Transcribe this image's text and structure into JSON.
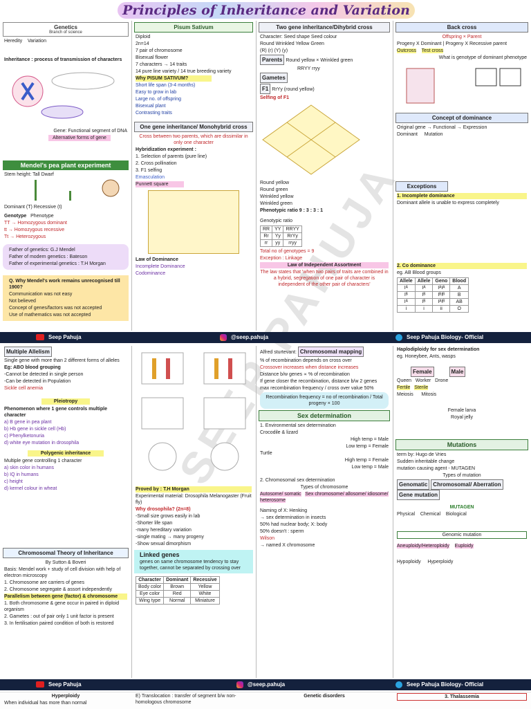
{
  "title": "Principles of Inheritance and Variation",
  "watermark": "SEEP PAHUJA",
  "col1": {
    "genetics": "Genetics",
    "genetics_sub": "Branch of science",
    "heredity": "Heredity",
    "variation": "Variation",
    "inheritance": "Inheritance : process of transmission of characters",
    "gene_label": "Gene: Functional segment of DNA",
    "alleles": "Alternative forms of gene",
    "mendel_title": "Mendel's pea plant experiment",
    "stem_height": "Stem height:  Tall    Dwarf",
    "dominant_recessive": "Dominant (T)    Recessive (t)",
    "genotype": "Genotype",
    "phenotype": "Phenotype",
    "tt1": "TT  → Homozygous dominant",
    "tt2": "tt  → Homozygous recessive",
    "tt3": "Tt  → Heterozygous",
    "father_genetics": "Father of genetics: G.J Mendel",
    "father_modern": "Father of modern genetics : Bateson",
    "father_exp": "Father of experimental genetics : T.H Morgan",
    "why_q": "Q. Why Mendel's work remains unrecognised till 1900?",
    "why_points": [
      "Communication was not easy",
      "Not believed",
      "Concept of genes/factors was not accepted",
      "Use of mathematics was not accepted"
    ]
  },
  "col2": {
    "pisum": "Pisum Sativum",
    "pisum_points": [
      "Diploid",
      "2n=14",
      "7 pair of chromosome",
      "Bisexual flower",
      "7 characters → 14 traits",
      "14 pure line variety / 14 true breeding variety"
    ],
    "why_pisum": "Why PISUM SATIVUM?",
    "why_pisum_points": [
      "Short life span (3-4 months)",
      "Easy to grow in lab",
      "Large no. of offspring",
      "Bisexual plant",
      "Contrasting traits"
    ],
    "mono_title": "One gene inheritance/ Monohybrid cross",
    "mono_def": "Cross between two parents, which are dissimilar in only one character",
    "hyb_exp": "Hybridization experiment :",
    "hyb_steps": [
      "1. Selection of parents (pure line)",
      "2. Cross pollination",
      "3. F1 selfing"
    ],
    "emasculation": "Emasculation",
    "punnett": "Punnett square",
    "law_dominance": "Law of Dominance",
    "incomplete": "Incomplete Dominance",
    "codominance": "Codominance"
  },
  "col3": {
    "dihybrid": "Two gene inheritance/Dihybrid cross",
    "characters": "Character:  Seed shape      Seed colour",
    "traits": "Round  Wrinkled   Yellow  Green",
    "symbols": "(R)      (r)        (Y)     (y)",
    "parents": "Parents",
    "p_cross": "Round yellow   ×   Wrinkled green",
    "p_geno": "RRYY               rryy",
    "gametes": "Gametes",
    "f1": "F1",
    "f1_res": "RrYy (round yellow)",
    "selfing": "Selfing of F1",
    "phenotypes": [
      "Round yellow",
      "Round green",
      "Wrinkled yellow",
      "Wrinkled green"
    ],
    "ratio": "Phenotypic ratio  9 : 3 : 3 : 1",
    "genotypic": "Genotypic ratio",
    "total": "Total no of genotypes = 9",
    "exception": "Exception : Linkage",
    "law_ind": "Law of Independent Assortment",
    "law_ind_def": "The law states that 'when two pairs of traits are combined in a hybrid, segregation of one pair of character is independent of the other pair of characters'"
  },
  "col4": {
    "backcross": "Back cross",
    "offspring": "Offspring × Parent",
    "prog_dom": "Progeny X Dominant",
    "prog_rec": "Progeny X Recessive parent",
    "outcross": "Outcross",
    "testcross": "Test cross",
    "testcross_q": "What is genotype of dominant phenotype",
    "concept": "Concept of dominance",
    "original_gene": "Original gene → Functional → Expression",
    "dominant": "Dominant",
    "mutation": "Mutation",
    "exceptions": "Exceptions",
    "incomplete_title": "1. Incomplete dominance",
    "incomplete_def": "Dominant allele is unable to express completely",
    "codom_title": "2. Co dominance",
    "blood": "eg. AB Blood groups"
  },
  "footer1": {
    "yt": "Seep Pahuja",
    "ig": "@seep.pahuja",
    "tg": "Seep Pahuja Biology- Official"
  },
  "col5": {
    "multiple": "Multiple Allelism",
    "multiple_def": "Single gene with more than 2 different forms of alleles",
    "abo": "Eg: ABO blood grouping",
    "points": [
      "-Cannot be detected in single person",
      "-Can be detected in Population",
      "Sickle cell anemia"
    ],
    "pleiotropy": "Pleiotropy",
    "pleio_def": "Phenomenon where 1 gene controls multiple character",
    "pleio_eg": [
      "a) B gene in pea plant",
      "b) Hb gene in sickle cell (Hb)",
      "c) Phenylketonuria",
      "d) white eye mutation in drosophila"
    ],
    "polygenic": "Polygenic inheritance",
    "poly_def": "Multiple gene controlling 1 character",
    "poly_eg": [
      "a) skin color in humans",
      "b) IQ in humans",
      "c) height",
      "d) kernel colour in wheat"
    ],
    "chromo_theory": "Chromosomal Theory of Inheritance",
    "by": "By Sutton & Boveri",
    "basis": "Basis: Mendel work + study of cell division with help of electron microscopy",
    "ct_points": [
      "1. Chromosome are carriers of genes",
      "2. Chromosome segregate & assort independently"
    ],
    "parallel": "Parallelism between gene (factor) & chromosome",
    "par_points": [
      "1. Both chromosome & gene occur in paired in diploid organism",
      "2. Gametes : out of pair only 1 unit factor is present",
      "3. In fertilisation paired condition of both is restored"
    ]
  },
  "col6": {
    "proved": "Proved by : T.H Morgan",
    "exp_mat": "Experimental material: Drosophila Melanogaster (Fruit fly)",
    "why_dros": "Why drosophila? (2n=8)",
    "dros_points": [
      "-Small size grows easily in lab",
      "-Shorter life span",
      "-many hereditary variation",
      "-single mating → many progeny",
      "-Show sexual dimorphism"
    ],
    "linked": "Linked genes",
    "linked_def": "genes on same chromosome tendency to stay together, cannot be separated by crossing over",
    "table_head": [
      "Character",
      "Dominant",
      "Recessive"
    ],
    "table_rows": [
      [
        "Body color",
        "Brown",
        "Yellow"
      ],
      [
        "Eye color",
        "Red",
        "White"
      ],
      [
        "Wing type",
        "Normal",
        "Miniature"
      ]
    ]
  },
  "col7": {
    "map": "Chromosomal mapping",
    "by": "Alfred sturtevant:",
    "points": [
      "% of recombination depends on cross over",
      "Crossover increases when distance increases",
      "Distance b/w genes ∝ % of recombination",
      "If gene closer the recombination, distance b/w 2 genes",
      "max recombination frequency / cross over value 50%"
    ],
    "formula": "Recombination frequency = no of recombination / Total progeny × 100",
    "sexdet": "Sex determination",
    "env": "1. Environmental sex determination",
    "env_eg": "Crocodile & lizard",
    "high_male": "High temp = Male",
    "low_female": "Low temp = Female",
    "turtle": "Turtle",
    "high_female": "High temp = Female",
    "low_male": "Low temp = Male",
    "chrom": "2. Chromosomal sex determination",
    "types": "Types of chromosome",
    "auto": "Autosome/ somatic",
    "allo": "Sex chromosome/ allosome/ idiosome/ heterosome",
    "henking": "Naming of X: Henking",
    "naming_pts": [
      "→ sex determination in insects",
      "50% had nuclear body; X: body",
      "50% doesn't : sperm"
    ],
    "wilson": "Wilson",
    "named_x": "→ named X chromosome"
  },
  "col8": {
    "haplo": "Haplodiploidy for sex determination",
    "haplo_eg": "eg. Honeybee, Ants, wasps",
    "female": "Female",
    "male": "Male",
    "queen": "Queen",
    "worker": "Worker",
    "drone": "Drone",
    "fertile": "Fertile",
    "sterile": "Sterile",
    "meiosis": "Meiosis",
    "mitosis": "Mitosis",
    "larva": "Female larva",
    "royal": "Royal jelly",
    "mutations": "Mutations",
    "mut_pts": [
      "term by: Hugo de Vries",
      "Sudden inheritable change",
      "mutation causing agent - MUTAGEN"
    ],
    "mut_types": "Types of mutation",
    "genomatic": "Genomatic",
    "chromosomal": "Chromosomal/ Aberration",
    "gene_mut": "Gene mutation",
    "mutagen": "MUTAGEN",
    "physical": "Physical",
    "chemical": "Chemical",
    "biological": "Biological",
    "genomic_mut": "Genomic mutation",
    "aneuploidy": "Aneuploidy/Heteroploidy",
    "euploidy": "Euploidy",
    "hypoploidy": "Hypoploidy",
    "hyperploidy": "Hyperploidy"
  },
  "footer2": {
    "yt": "Seep Pahuja",
    "ig": "@seep.pahuja",
    "tg": "Seep Pahuja Biology- Official"
  },
  "bottom": {
    "hyperploidy": "Hyperploidy",
    "hyper_def": "When individual has more than normal",
    "translocation": "E) Translocation : transfer of segment b/w non-homologous chromosome",
    "genetic": "Genetic disorders",
    "thalassemia": "3. Thalassemia"
  }
}
